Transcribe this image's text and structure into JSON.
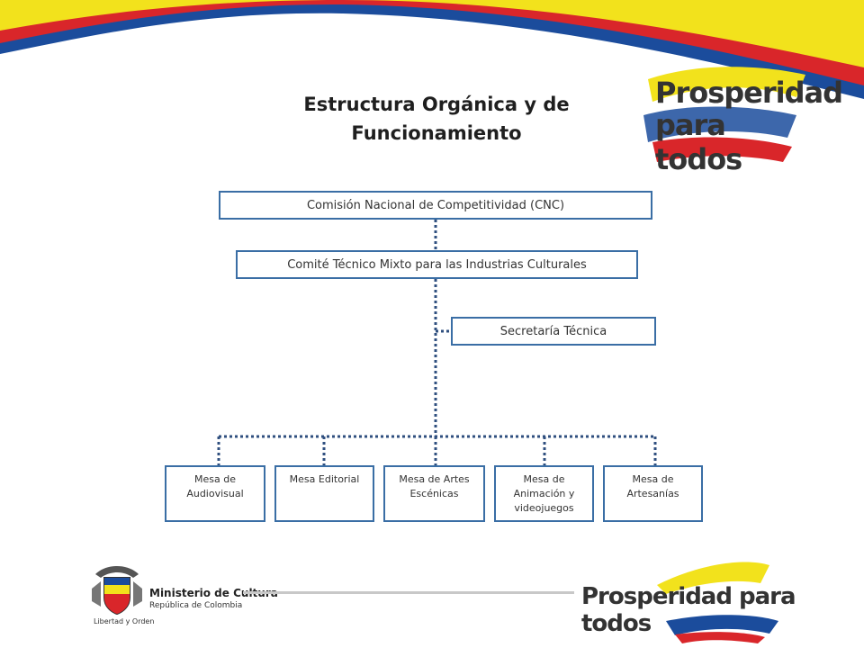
{
  "title": "Estructura Orgánica y de Funcionamiento",
  "logo_top": {
    "line1": "Prosperidad",
    "line2": "para todos"
  },
  "boxes": {
    "cnc": "Comisión Nacional de Competitividad (CNC)",
    "comite": "Comité Técnico Mixto para las Industrias Culturales",
    "secretaria": "Secretaría Técnica"
  },
  "mesas": [
    "Mesa de Audiovisual",
    "Mesa Editorial",
    "Mesa de Artes Escénicas",
    "Mesa de Animación y videojuegos",
    "Mesa de Artesanías"
  ],
  "footer": {
    "ministerio": "Ministerio de Cultura",
    "republica": "República de Colombia",
    "motto": "Libertad y Orden",
    "logo_bottom": "Prosperidad para todos"
  },
  "colors": {
    "border": "#3a6ea5",
    "connector": "#2f4f7f",
    "yellow": "#f2e21c",
    "blue": "#1b4c9c",
    "red": "#d9262a"
  },
  "icons": {
    "crest": "coat-of-arms-icon"
  }
}
